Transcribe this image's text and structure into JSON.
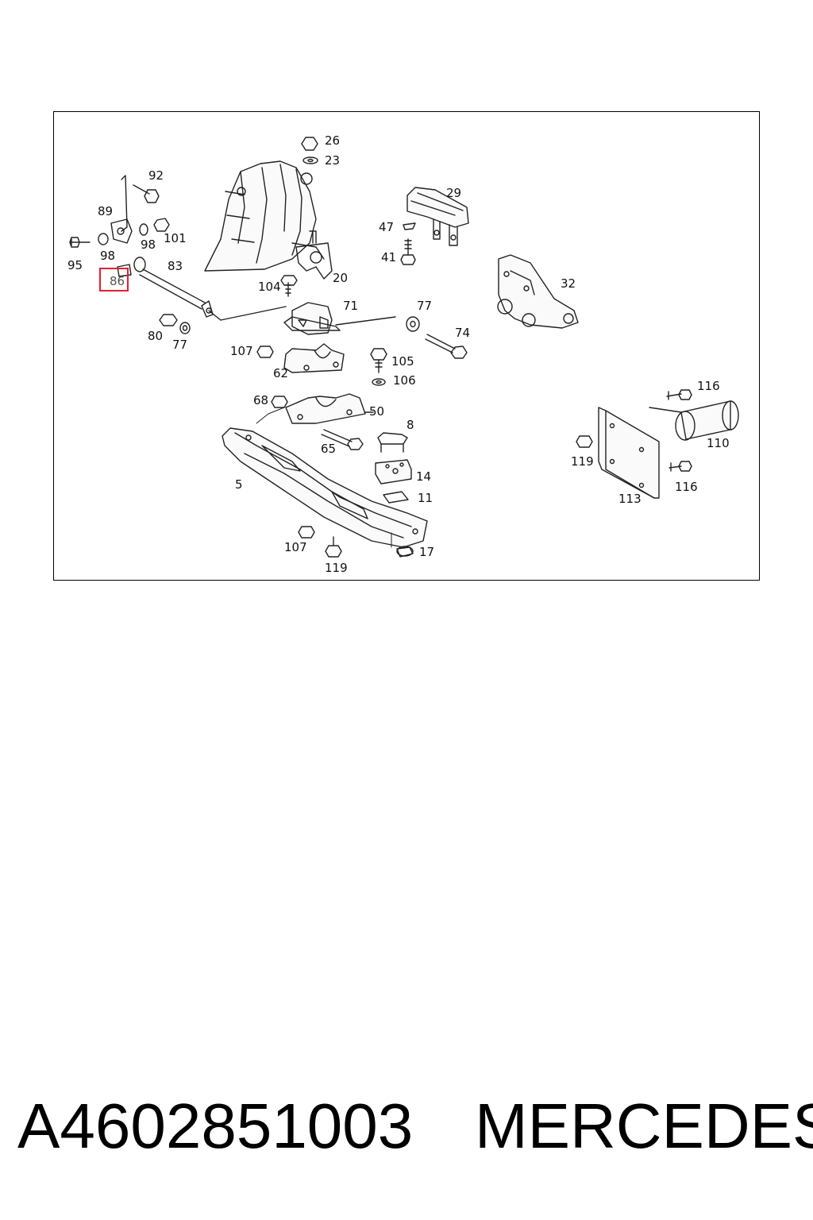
{
  "diagram": {
    "callouts": {
      "c26": "26",
      "c23": "23",
      "c92": "92",
      "c29": "29",
      "c89": "89",
      "c47": "47",
      "c101": "101",
      "c98a": "98",
      "c95": "95",
      "c98b": "98",
      "c41": "41",
      "c83": "83",
      "c86": "86",
      "c20": "20",
      "c32": "32",
      "c104": "104",
      "c71": "71",
      "c77a": "77",
      "c74": "74",
      "c80": "80",
      "c77b": "77",
      "c107a": "107",
      "c105": "105",
      "c62": "62",
      "c106": "106",
      "c116a": "116",
      "c68": "68",
      "c50": "50",
      "c8": "8",
      "c110": "110",
      "c65": "65",
      "c119a": "119",
      "c14": "14",
      "c116b": "116",
      "c5": "5",
      "c11": "11",
      "c113": "113",
      "c107b": "107",
      "c17": "17",
      "c119b": "119"
    },
    "highlighted_callout": "86",
    "highlight_color": "#e02030"
  },
  "footer": {
    "part_number": "A4602851003",
    "brand": "MERCEDES"
  }
}
